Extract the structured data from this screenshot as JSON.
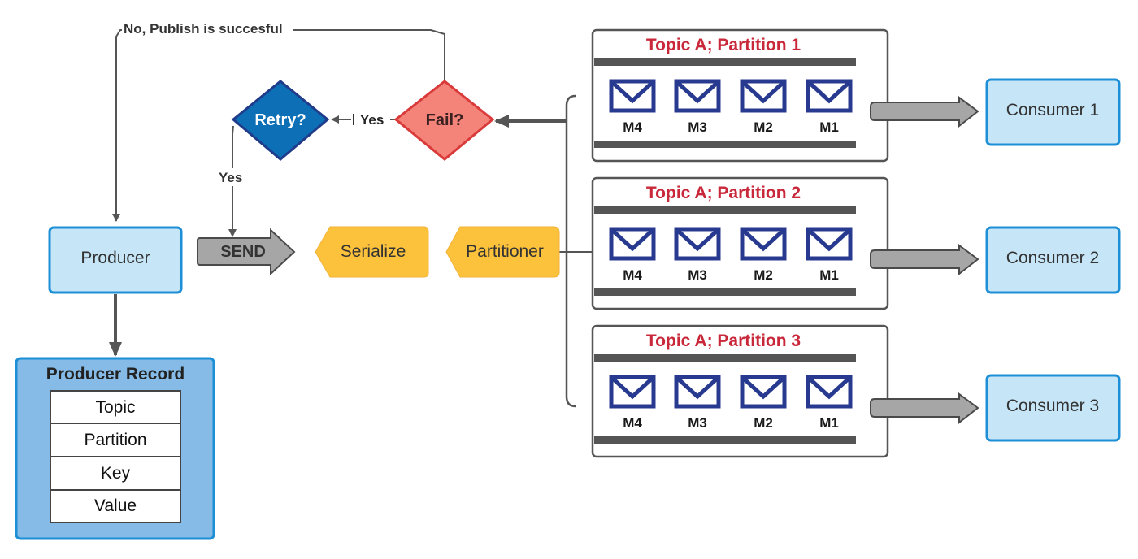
{
  "flow": {
    "feedback_label": "No, Publish is succesful",
    "retry_label": "Retry?",
    "fail_label": "Fail?",
    "yes_label_horizontal": "Yes",
    "yes_label_vertical": "Yes",
    "send_label": "SEND",
    "serialize_label": "Serialize",
    "partitioner_label": "Partitioner",
    "producer_label": "Producer"
  },
  "record": {
    "title": "Producer Record",
    "fields": [
      "Topic",
      "Partition",
      "Key",
      "Value"
    ]
  },
  "partitions": [
    {
      "title": "Topic A; Partition 1",
      "messages": [
        "M4",
        "M3",
        "M2",
        "M1"
      ]
    },
    {
      "title": "Topic A; Partition 2",
      "messages": [
        "M4",
        "M3",
        "M2",
        "M1"
      ]
    },
    {
      "title": "Topic A; Partition 3",
      "messages": [
        "M4",
        "M3",
        "M2",
        "M1"
      ]
    }
  ],
  "consumers": [
    "Consumer 1",
    "Consumer 2",
    "Consumer 3"
  ],
  "colors": {
    "light_blue_fill": "#c6e6f8",
    "light_blue_stroke": "#1d8fd6",
    "retry_fill": "#0d6fb5",
    "retry_stroke": "#1f3b8a",
    "fail_fill": "#f4847a",
    "fail_stroke": "#d93a3a",
    "yellow_fill": "#fcc23b",
    "grey_arrow": "#a6a6a6",
    "envelope": "#283a8f",
    "topic_title": "#c8283a"
  }
}
